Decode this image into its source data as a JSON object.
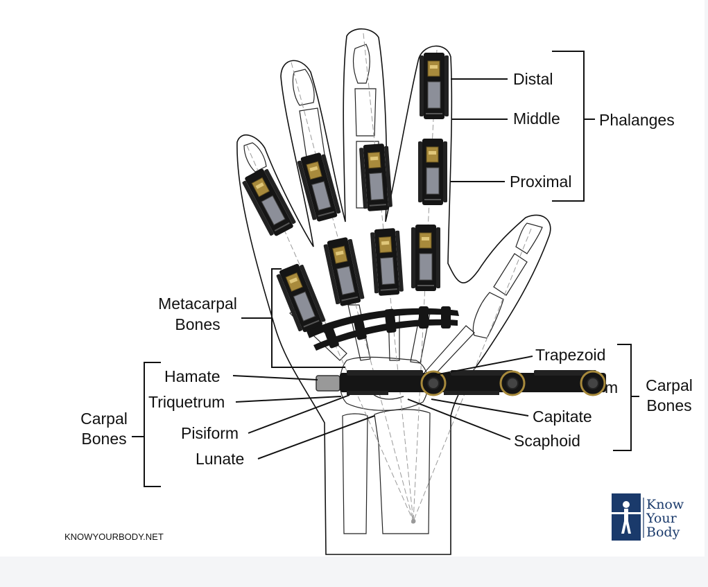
{
  "labels": {
    "distal": "Distal",
    "middle": "Middle",
    "proximal": "Proximal",
    "phalanges": "Phalanges",
    "metacarpal_line1": "Metacarpal",
    "metacarpal_line2": "Bones",
    "trapezoid": "Trapezoid",
    "trapezium_partial": "m",
    "carpal_right_line1": "Carpal",
    "carpal_right_line2": "Bones",
    "hamate": "Hamate",
    "triquetrum": "Triquetrum",
    "carpal_left_line1": "Carpal",
    "carpal_left_line2": "Bones",
    "pisiform": "Pisiform",
    "lunate": "Lunate",
    "capitate": "Capitate",
    "scaphoid": "Scaphoid"
  },
  "footer": {
    "site": "KNOWYOURBODY.NET"
  },
  "logo": {
    "line1": "Know",
    "line2": "Your",
    "line3": "Body"
  },
  "colors": {
    "ink": "#111111",
    "device": "#151515",
    "brass": "#a88a3c",
    "metal": "#8c8f99",
    "brand": "#1a3a6b"
  }
}
